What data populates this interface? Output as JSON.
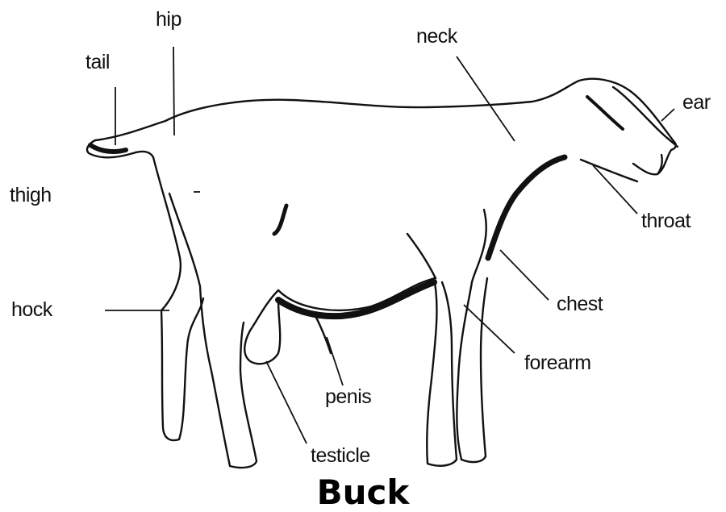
{
  "diagram": {
    "labels": {
      "hip": "hip",
      "tail": "tail",
      "neck": "neck",
      "ear": "ear",
      "thigh": "thigh",
      "throat": "throat",
      "hock": "hock",
      "chest": "chest",
      "forearm": "forearm",
      "penis": "penis",
      "testicle": "testicle"
    },
    "caption": "Buck"
  }
}
